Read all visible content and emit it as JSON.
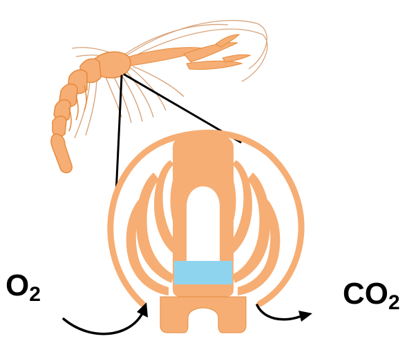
{
  "labels": {
    "oxygen": {
      "base": "O",
      "subscript": "2"
    },
    "carbon_dioxide": {
      "base": "CO",
      "subscript": "2"
    }
  },
  "colors": {
    "body_fill": "#f6ae74",
    "body_outline": "#e58a3c",
    "water_channel": "#8fd4ee",
    "antenna": "#d8a37a",
    "lines": "#000000"
  }
}
